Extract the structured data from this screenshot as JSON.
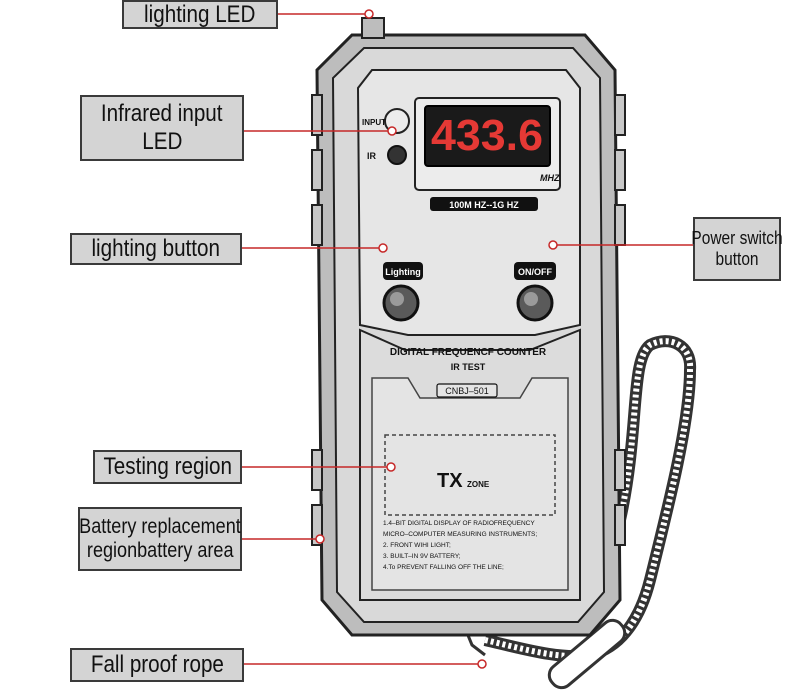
{
  "callouts": {
    "lighting_led": "lighting LED",
    "infrared_input_led": [
      "Infrared input",
      "LED"
    ],
    "lighting_button": "lighting button",
    "power_switch_button": [
      "Power switch",
      "button"
    ],
    "testing_region": "Testing region",
    "battery_area": [
      "Battery replacement",
      "regionbattery area"
    ],
    "fall_proof_rope": "Fall proof rope"
  },
  "device": {
    "input_label": "INPUT",
    "ir_label": "IR",
    "display_value": "433.6",
    "display_unit": "MHZ",
    "range_label": "100M HZ--1G HZ",
    "lighting_button_label": "Lighting",
    "onoff_button_label": "ON/OFF",
    "title_line1": "DIGITAL FREQUENCF COUNTER",
    "title_line2": "IR TEST",
    "model": "CNBJ–501",
    "tx_label": "TX",
    "zone_label": "ZONE",
    "features": [
      "1.4–BIT DIGITAL DISPLAY OF RADIOFREQUENCY",
      "MICRO–COMPUTER MEASURING INSTRUMENTS;",
      "2. FRONT WIHI LIGHT;",
      "3. BUILT–IN 9V BATTERY;",
      "4.To PREVENT FALLING OFF THE LINE;"
    ]
  },
  "colors": {
    "leader_line": "#c62828",
    "display_digits": "#e53935",
    "callout_fill": "#d4d4d4"
  }
}
